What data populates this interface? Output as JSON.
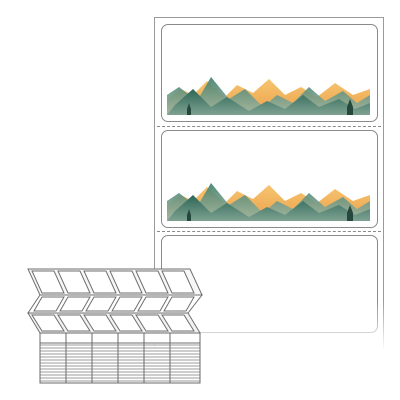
{
  "product": {
    "type": "fanfold-label-stack",
    "label_count_visible": 3,
    "labels": [
      {
        "art": "mountain-landscape-icon"
      },
      {
        "art": "mountain-landscape-icon"
      },
      {
        "art": "blank"
      }
    ]
  },
  "colors": {
    "sky_orange": "#f2b25e",
    "mountain_dark": "#2f6b5a",
    "mountain_mid": "#4d8a75",
    "mountain_light": "#9db5a4",
    "outline": "#8a8a8a"
  }
}
